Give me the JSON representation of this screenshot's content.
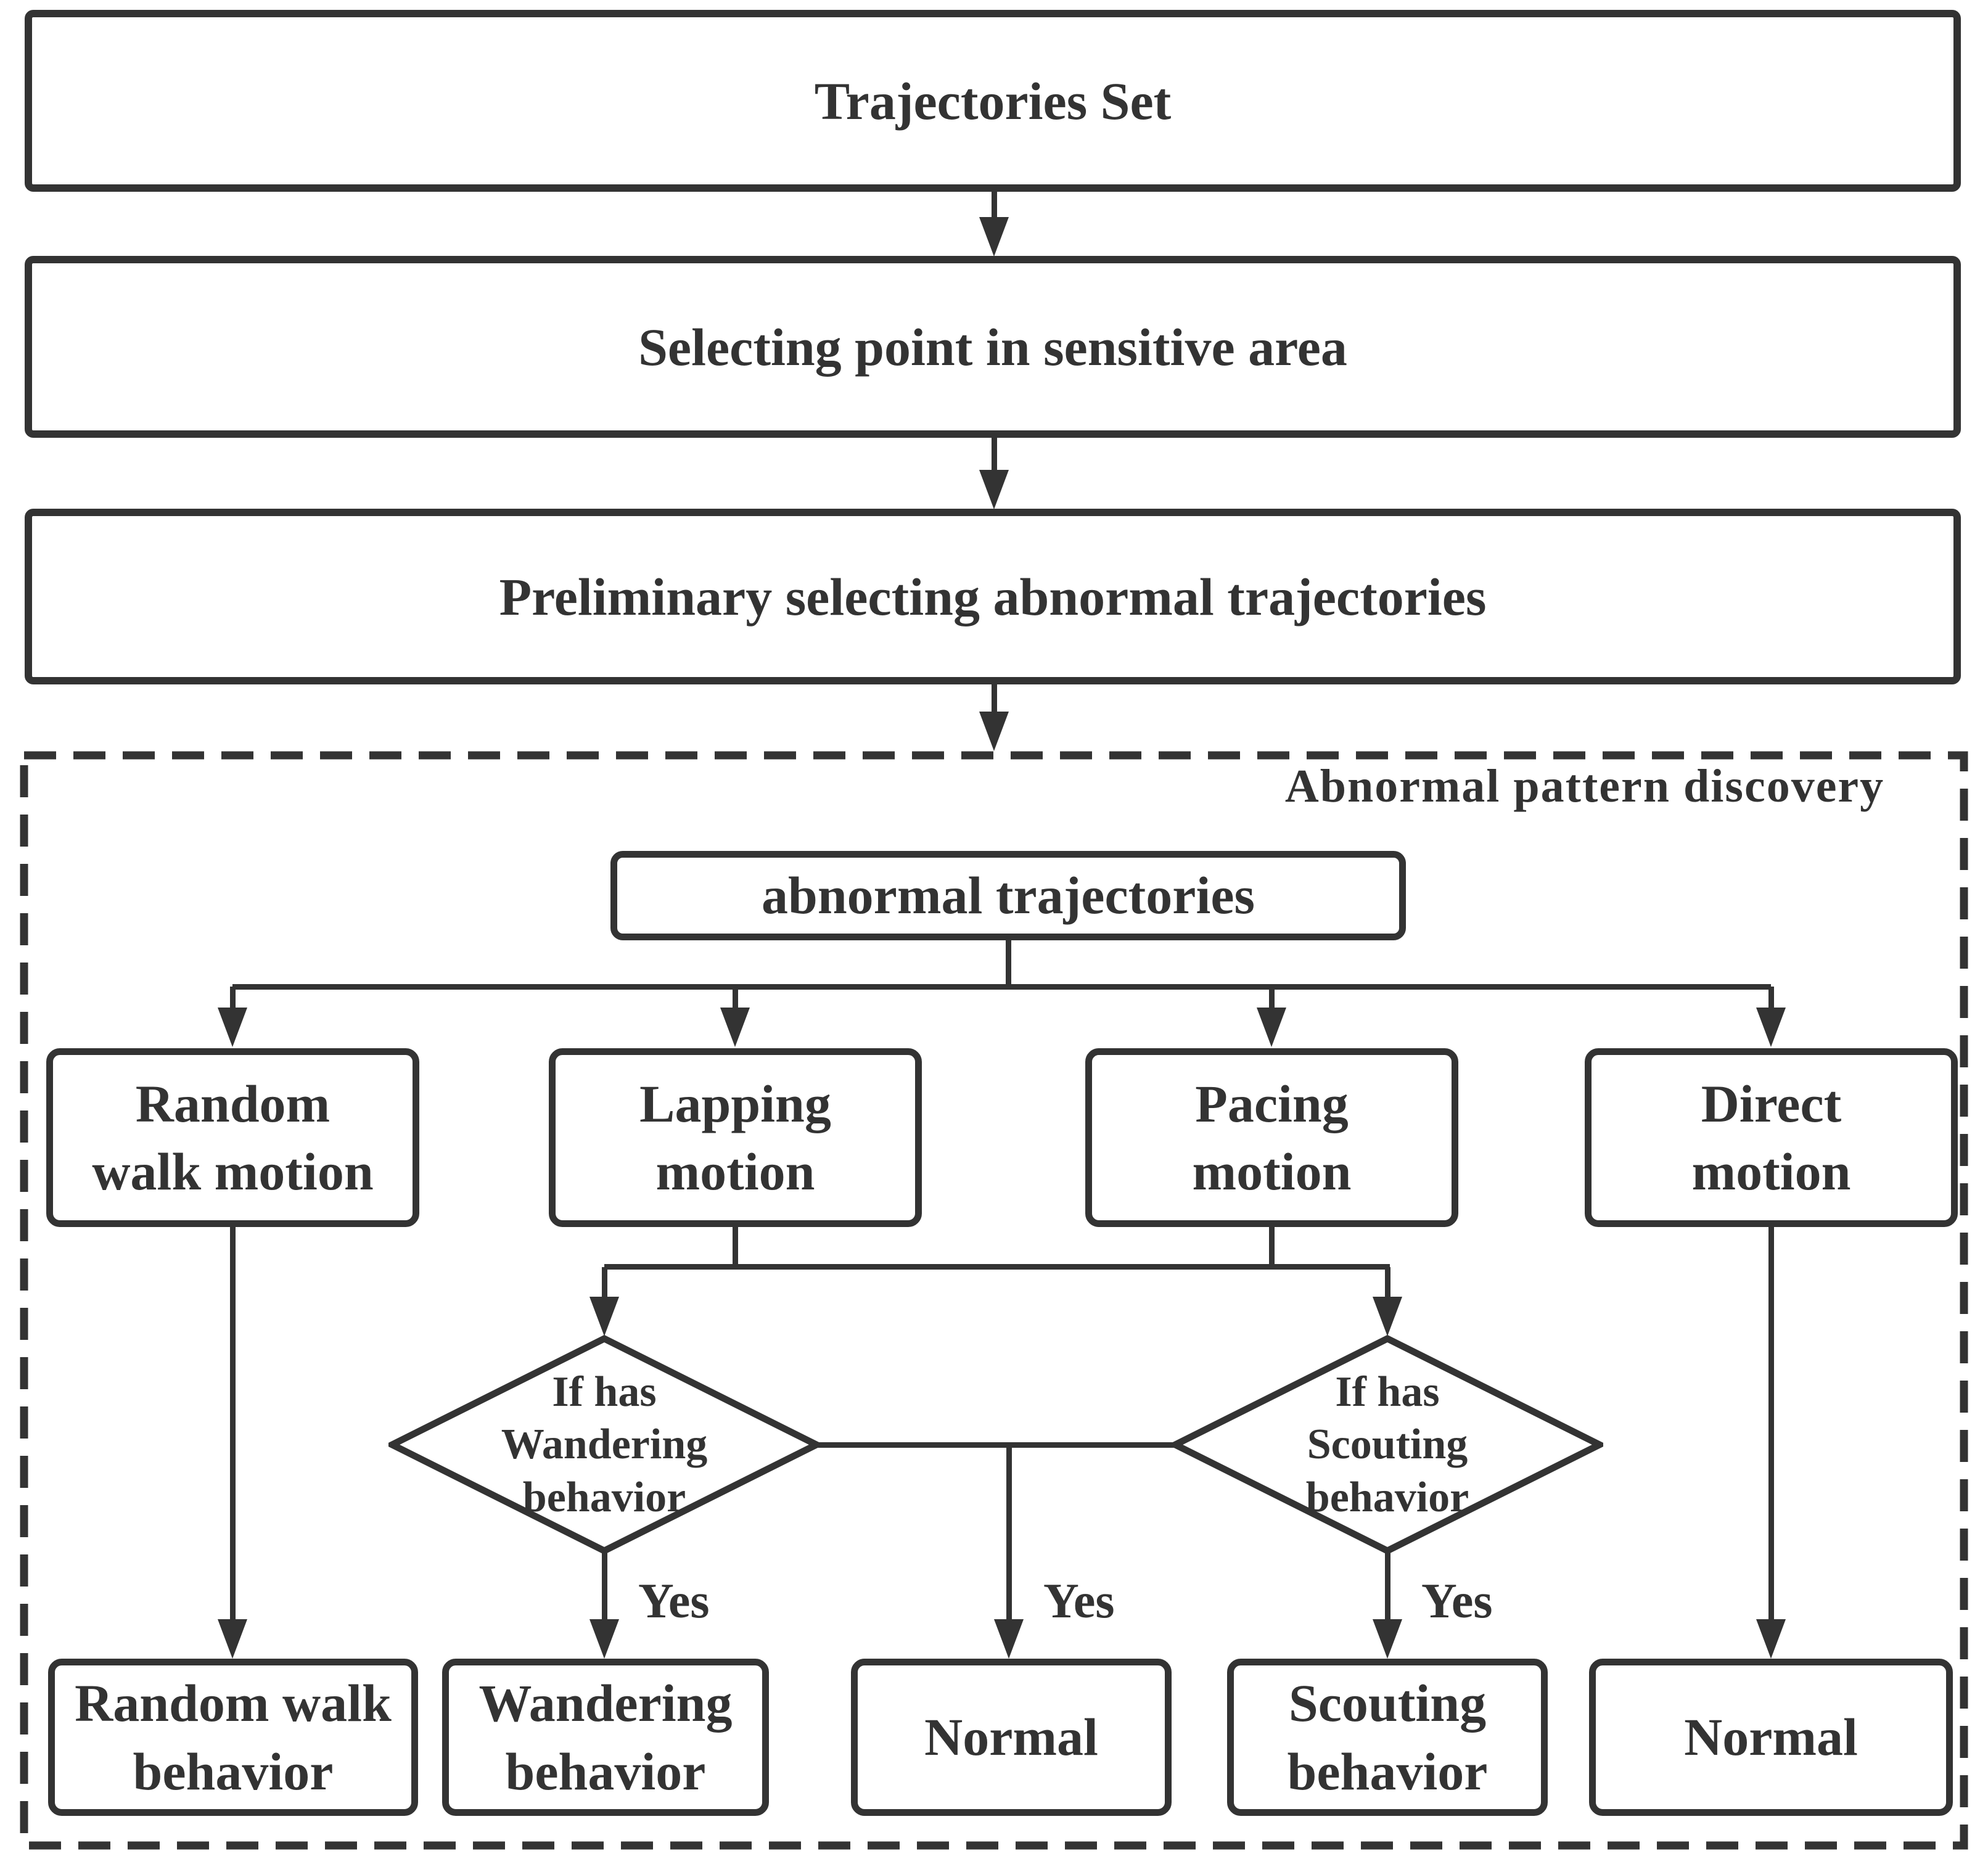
{
  "colors": {
    "ink": "#333333",
    "background": "#ffffff"
  },
  "pipeline": [
    {
      "label": "Trajectories Set"
    },
    {
      "label": "Selecting point in sensitive area"
    },
    {
      "label": "Preliminary selecting abnormal trajectories"
    }
  ],
  "abnormal_pattern_discovery": {
    "region_label": "Abnormal pattern discovery",
    "input_node": {
      "label": "abnormal trajectories"
    },
    "motion_nodes": [
      {
        "id": "random-walk-motion",
        "lines": [
          "Random",
          "walk motion"
        ]
      },
      {
        "id": "lapping-motion",
        "lines": [
          "Lapping",
          "motion"
        ]
      },
      {
        "id": "pacing-motion",
        "lines": [
          "Pacing",
          "motion"
        ]
      },
      {
        "id": "direct-motion",
        "lines": [
          "Direct",
          "motion"
        ]
      }
    ],
    "decision_nodes": [
      {
        "id": "wandering-check",
        "lines": [
          "If has",
          "Wandering",
          "behavior"
        ]
      },
      {
        "id": "scouting-check",
        "lines": [
          "If has",
          "Scouting",
          "behavior"
        ]
      }
    ],
    "edge_labels": {
      "yes_left": "Yes",
      "yes_middle": "Yes",
      "yes_right": "Yes"
    },
    "outcome_nodes": [
      {
        "id": "random-walk-behavior",
        "lines": [
          "Random walk",
          "behavior"
        ]
      },
      {
        "id": "wandering-behavior",
        "lines": [
          "Wandering",
          "behavior"
        ]
      },
      {
        "id": "normal-middle",
        "lines": [
          "Normal"
        ]
      },
      {
        "id": "scouting-behavior",
        "lines": [
          "Scouting",
          "behavior"
        ]
      },
      {
        "id": "normal-right",
        "lines": [
          "Normal"
        ]
      }
    ]
  }
}
